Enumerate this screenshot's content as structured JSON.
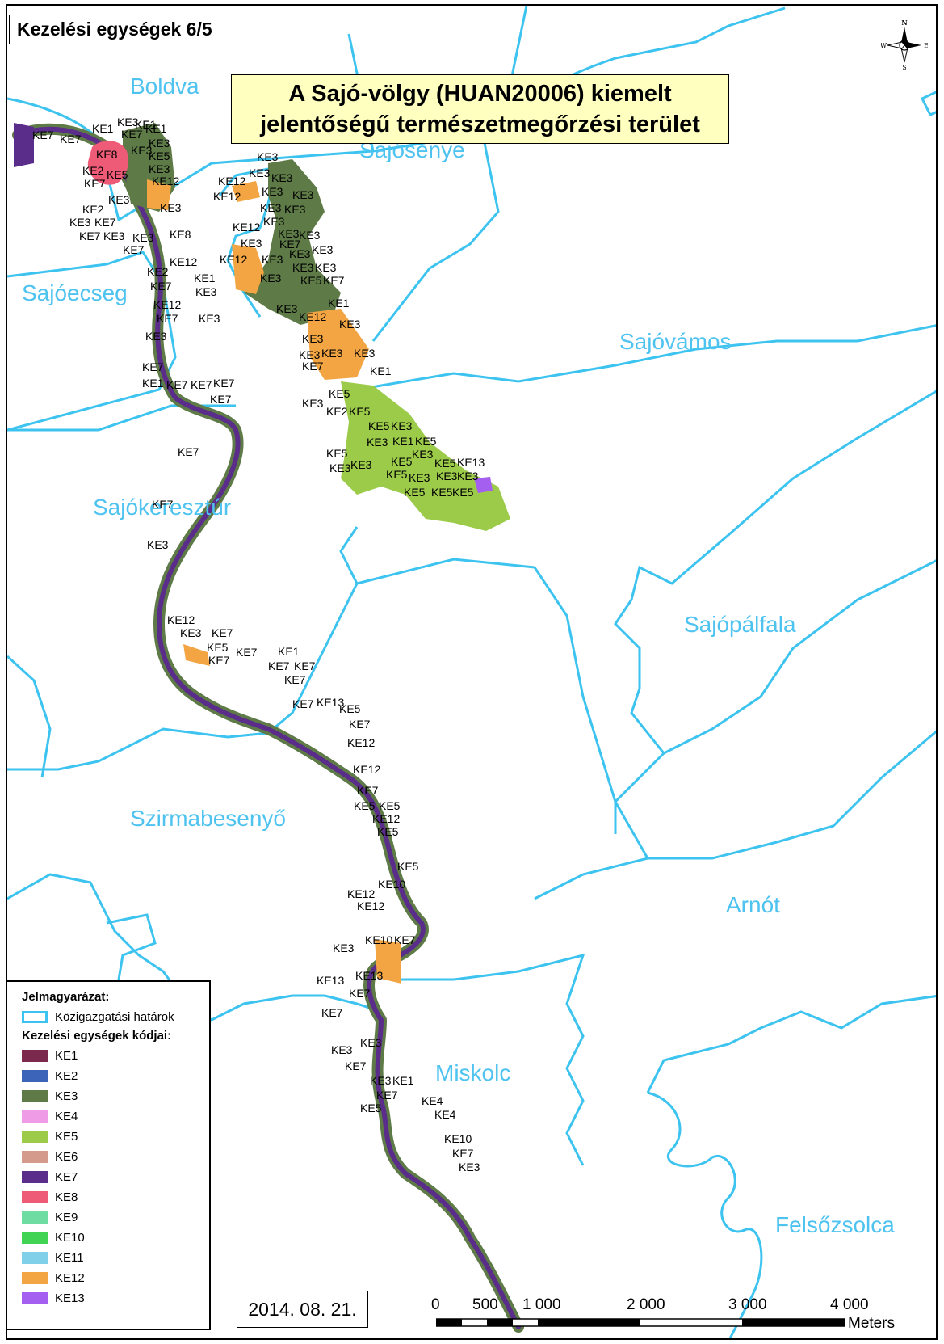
{
  "map_title": "Kezelési egységek 6/5",
  "main_title_line1": "A Sajó-völgy (HUAN20006) kiemelt",
  "main_title_line2": "jelentőségű természetmegőrzési terület",
  "compass": {
    "n": "N",
    "e": "E",
    "s": "S",
    "w": "W"
  },
  "places": [
    {
      "name": "Boldva"
    },
    {
      "name": "Sajósenye"
    },
    {
      "name": "Sajóecseg"
    },
    {
      "name": "Sajóvámos"
    },
    {
      "name": "Sajókeresztúr"
    },
    {
      "name": "Sajópálfala"
    },
    {
      "name": "Szirmabesenyő"
    },
    {
      "name": "Arnót"
    },
    {
      "name": "Miskolc"
    },
    {
      "name": "Felsőzsolca"
    }
  ],
  "legend": {
    "heading": "Jelmagyarázat:",
    "boundary_label": "Közigazgatási határok",
    "units_heading": "Kezelési egységek kódjai:",
    "units": [
      {
        "code": "KE1",
        "color": "#7b2a4e"
      },
      {
        "code": "KE2",
        "color": "#3c64b8"
      },
      {
        "code": "KE3",
        "color": "#5e7a47"
      },
      {
        "code": "KE4",
        "color": "#f09be6"
      },
      {
        "code": "KE5",
        "color": "#9ccb4a"
      },
      {
        "code": "KE6",
        "color": "#d49a8c"
      },
      {
        "code": "KE7",
        "color": "#5b2d8a"
      },
      {
        "code": "KE8",
        "color": "#ee5b77"
      },
      {
        "code": "KE9",
        "color": "#6fdda2"
      },
      {
        "code": "KE10",
        "color": "#41d354"
      },
      {
        "code": "KE11",
        "color": "#7fd0e8"
      },
      {
        "code": "KE12",
        "color": "#f2a542"
      },
      {
        "code": "KE13",
        "color": "#a45ef0"
      }
    ]
  },
  "date": "2014. 08. 21.",
  "scale": {
    "ticks": [
      "0",
      "500",
      "1 000",
      "2 000",
      "3 000",
      "4 000"
    ],
    "unit": "Meters"
  },
  "unit_labels": [
    "KE7",
    "KE7",
    "KE1",
    "KE1",
    "KE3",
    "KE1",
    "KE7",
    "KE3",
    "KE8",
    "KE3",
    "KE5",
    "KE2",
    "KE5",
    "KE3",
    "KE7",
    "KE12",
    "KE3",
    "KE2",
    "KE3",
    "KE7",
    "KE7",
    "KE3",
    "KE3",
    "KE8",
    "KE7",
    "KE3",
    "KE12",
    "KE2",
    "KE1",
    "KE7",
    "KE3",
    "KE12",
    "KE7",
    "KE3",
    "KE3",
    "KE3",
    "KE3",
    "KE3",
    "KE12",
    "KE3",
    "KE12",
    "KE3",
    "KE3",
    "KE3",
    "KE3",
    "KE12",
    "KE3",
    "KE3",
    "KE7",
    "KE3",
    "KE3",
    "KE12",
    "KE3",
    "KE3",
    "KE3",
    "KE3",
    "KE5",
    "KE7",
    "KE3",
    "KE1",
    "KE3",
    "KE12",
    "KE3",
    "KE3",
    "KE3",
    "KE3",
    "KE7",
    "KE3",
    "KE1",
    "KE5",
    "KE3",
    "KE2",
    "KE5",
    "KE5",
    "KE3",
    "KE3",
    "KE1",
    "KE5",
    "KE5",
    "KE3",
    "KE3",
    "KE5",
    "KE3",
    "KE5",
    "KE3",
    "KE3",
    "KE13",
    "KE5",
    "KE3",
    "KE5",
    "KE5",
    "KE5",
    "KE7",
    "KE1",
    "KE7",
    "KE7",
    "KE7",
    "KE7",
    "KE7",
    "KE7",
    "KE3",
    "KE12",
    "KE3",
    "KE7",
    "KE5",
    "KE7",
    "KE7",
    "KE1",
    "KE7",
    "KE7",
    "KE7",
    "KE7",
    "KE13",
    "KE5",
    "KE7",
    "KE12",
    "KE12",
    "KE7",
    "KE5",
    "KE5",
    "KE12",
    "KE5",
    "KE5",
    "KE10",
    "KE12",
    "KE12",
    "KE10",
    "KE7",
    "KE3",
    "KE13",
    "KE13",
    "KE7",
    "KE7",
    "KE3",
    "KE3",
    "KE7",
    "KE3",
    "KE1",
    "KE7",
    "KE5",
    "KE4",
    "KE4",
    "KE10",
    "KE7",
    "KE3"
  ]
}
